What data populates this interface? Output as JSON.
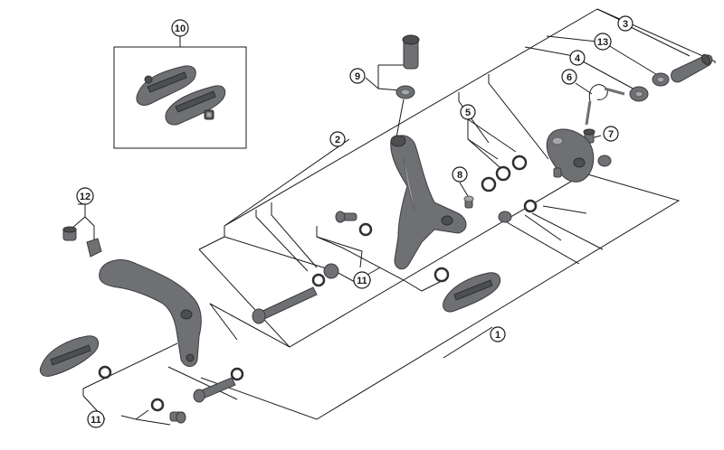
{
  "callouts": [
    {
      "id": "c1",
      "label": "1"
    },
    {
      "id": "c2",
      "label": "2"
    },
    {
      "id": "c3",
      "label": "3"
    },
    {
      "id": "c4",
      "label": "4"
    },
    {
      "id": "c5",
      "label": "5"
    },
    {
      "id": "c6",
      "label": "6"
    },
    {
      "id": "c7",
      "label": "7"
    },
    {
      "id": "c8",
      "label": "8"
    },
    {
      "id": "c9",
      "label": "9"
    },
    {
      "id": "c10",
      "label": "10"
    },
    {
      "id": "c11a",
      "label": "11"
    },
    {
      "id": "c11b",
      "label": "11"
    },
    {
      "id": "c12",
      "label": "12"
    },
    {
      "id": "c13",
      "label": "13"
    }
  ],
  "colors": {
    "line": "#1a1a1a",
    "part": "#6f7073",
    "part_dark": "#4d4e50",
    "part_light": "#a5a6a9",
    "background": "#ffffff"
  }
}
